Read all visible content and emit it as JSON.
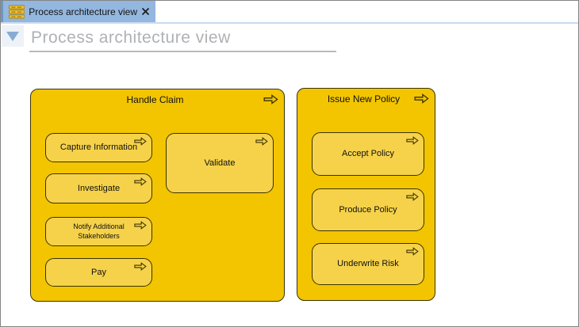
{
  "tab": {
    "label": "Process architecture view",
    "icon": "view-diagram-icon",
    "close_icon": "close-icon"
  },
  "editor": {
    "title": "Process architecture view"
  },
  "diagram": {
    "containers": [
      {
        "label": "Handle Claim",
        "icon": "process-arrow-icon",
        "processes": [
          {
            "label": "Capture Information"
          },
          {
            "label": "Investigate"
          },
          {
            "label": "Notify Additional Stakeholders"
          },
          {
            "label": "Pay"
          },
          {
            "label": "Validate"
          }
        ]
      },
      {
        "label": "Issue New Policy",
        "icon": "process-arrow-icon",
        "processes": [
          {
            "label": "Accept Policy"
          },
          {
            "label": "Produce Policy"
          },
          {
            "label": "Underwrite Risk"
          }
        ]
      }
    ]
  },
  "colors": {
    "container_fill": "#F3C500",
    "process_fill": "#F6D24A",
    "element_border": "#3A3200",
    "tab_active_bg": "#93B7DF",
    "tab_strip_line": "#C9DCF0",
    "title_text": "#AFB1B4",
    "triangle_icon": "#87ACD3"
  }
}
